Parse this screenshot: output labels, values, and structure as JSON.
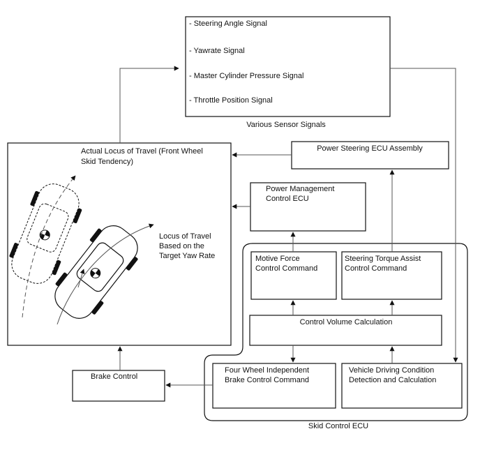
{
  "sensor_signals": {
    "items": [
      "- Steering Angle Signal",
      "- Yawrate Signal",
      "- Master Cylinder Pressure Signal",
      "- Throttle Position Signal"
    ],
    "caption": "Various Sensor Signals"
  },
  "vehicle_box": {
    "title_line1": "Actual Locus of Travel (Front Wheel",
    "title_line2": "Skid Tendency)",
    "target_line1": "Locus of Travel",
    "target_line2": "Based on the",
    "target_line3": "Target Yaw Rate"
  },
  "power_steering": {
    "label": "Power Steering ECU Assembly"
  },
  "power_management": {
    "line1": "Power Management",
    "line2": "Control ECU"
  },
  "motive_force": {
    "line1": "Motive Force",
    "line2": "Control Command"
  },
  "steering_torque": {
    "line1": "Steering Torque Assist",
    "line2": "Control Command"
  },
  "control_volume": {
    "label": "Control Volume Calculation"
  },
  "four_wheel": {
    "line1": "Four Wheel Independent",
    "line2": "Brake Control Command"
  },
  "vehicle_driving": {
    "line1": "Vehicle Driving Condition",
    "line2": "Detection and Calculation"
  },
  "brake_control": {
    "label": "Brake Control"
  },
  "skid_control": {
    "caption": "Skid Control ECU"
  }
}
